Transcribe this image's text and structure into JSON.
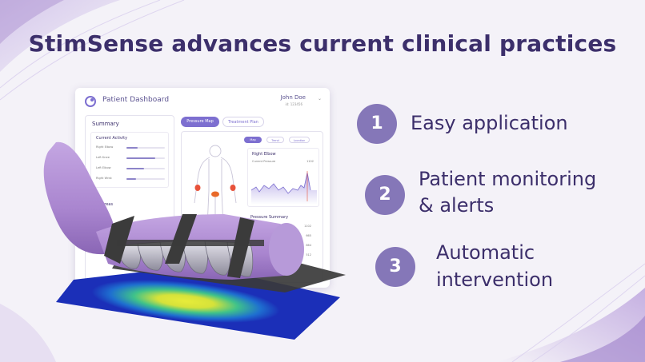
{
  "title": "StimSense advances current clinical practices",
  "dashboard": {
    "title": "Patient Dashboard",
    "user_name": "John Doe",
    "user_sub": "id: 123456",
    "summary_heading": "Summary",
    "activity_heading": "Current Activity",
    "activity_rows": [
      {
        "label": "Right Elbow",
        "fill": 0.3
      },
      {
        "label": "Left Knee",
        "fill": 0.75
      },
      {
        "label": "Left Elbow",
        "fill": 0.45
      },
      {
        "label": "Right Wrist",
        "fill": 0.25
      }
    ],
    "risk_heading": "Risk Areas",
    "tabs": [
      "Pressure Map",
      "Treatment Plan"
    ],
    "view_options": [
      "Map",
      "Trend",
      "Location"
    ],
    "elbow_heading": "Right Elbow",
    "elbow_sub": "Current Pressure",
    "elbow_value": "1102",
    "pressure_heading": "Pressure Summary",
    "pressure_values": [
      "1102",
      "665",
      "864",
      "512"
    ]
  },
  "steps": [
    {
      "number": "1",
      "lines": [
        "Easy application"
      ]
    },
    {
      "number": "2",
      "lines": [
        "Patient monitoring",
        "& alerts"
      ]
    },
    {
      "number": "3",
      "lines": [
        "Automatic",
        "intervention"
      ]
    }
  ],
  "colors": {
    "title": "#3c2f6b",
    "badge": "#8577b8",
    "accent": "#7d6fd0",
    "sleeve": "#b89ad8",
    "strap": "#3b3b3b"
  }
}
